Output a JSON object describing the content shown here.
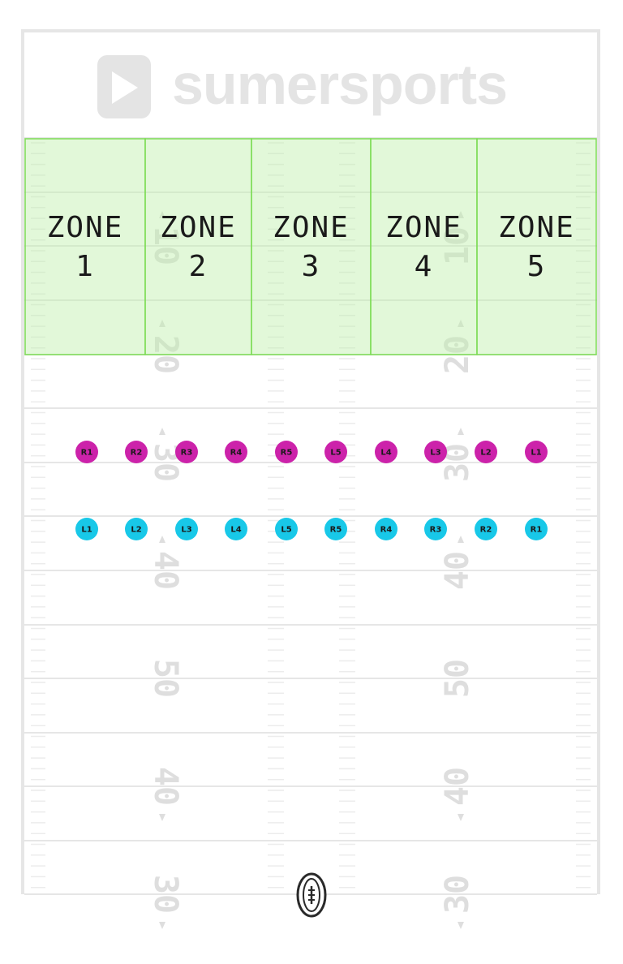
{
  "brand": {
    "name": "sumersports"
  },
  "yard_numbers": [
    "10",
    "20",
    "30",
    "40",
    "50",
    "40",
    "30"
  ],
  "zones": [
    {
      "id": "zone-1",
      "word": "ZONE",
      "number": "1"
    },
    {
      "id": "zone-2",
      "word": "ZONE",
      "number": "2"
    },
    {
      "id": "zone-3",
      "word": "ZONE",
      "number": "3"
    },
    {
      "id": "zone-4",
      "word": "ZONE",
      "number": "4"
    },
    {
      "id": "zone-5",
      "word": "ZONE",
      "number": "5"
    }
  ],
  "top_row": {
    "color": "#cc22aa",
    "labels": [
      "R1",
      "R2",
      "R3",
      "R4",
      "R5",
      "L5",
      "L4",
      "L3",
      "L2",
      "L1"
    ]
  },
  "bottom_row": {
    "color": "#18c8e8",
    "labels": [
      "L1",
      "L2",
      "L3",
      "L4",
      "L5",
      "R5",
      "R4",
      "R3",
      "R2",
      "R1"
    ]
  },
  "colors": {
    "zone_fill": "#e2f7d8",
    "zone_border": "#7ddc55",
    "field_lines": "#e6e6e6"
  },
  "icons": {
    "ball": "football-icon"
  }
}
